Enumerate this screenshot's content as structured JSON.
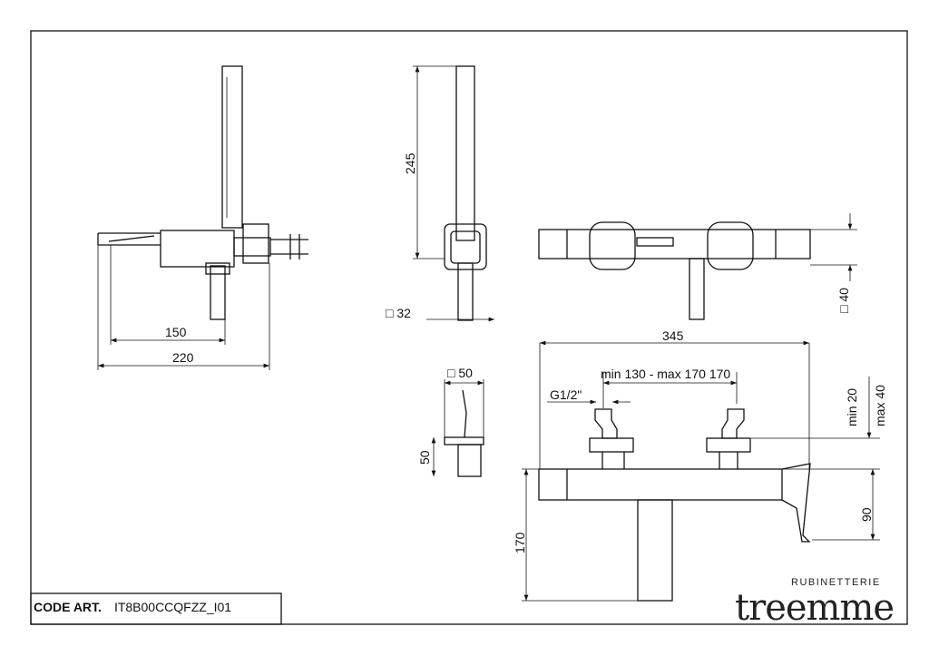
{
  "title_block": {
    "code_label": "CODE ART.",
    "code_value": "IT8B00CCQFZZ_I01"
  },
  "logo": {
    "brand": "treemme",
    "subtitle": "RUBINETTERIE"
  },
  "dimensions": {
    "side_150": "150",
    "side_220": "220",
    "hand_245": "245",
    "hand_sq32": "□ 32",
    "detail_sq50": "□ 50",
    "detail_50": "50",
    "top_sq40": "□ 40",
    "front_345": "345",
    "front_centers": "min 130 - max 170  170",
    "front_thread": "G1/2\"",
    "front_min20": "min 20",
    "front_max40": "max 40",
    "front_90": "90",
    "front_170": "170"
  }
}
